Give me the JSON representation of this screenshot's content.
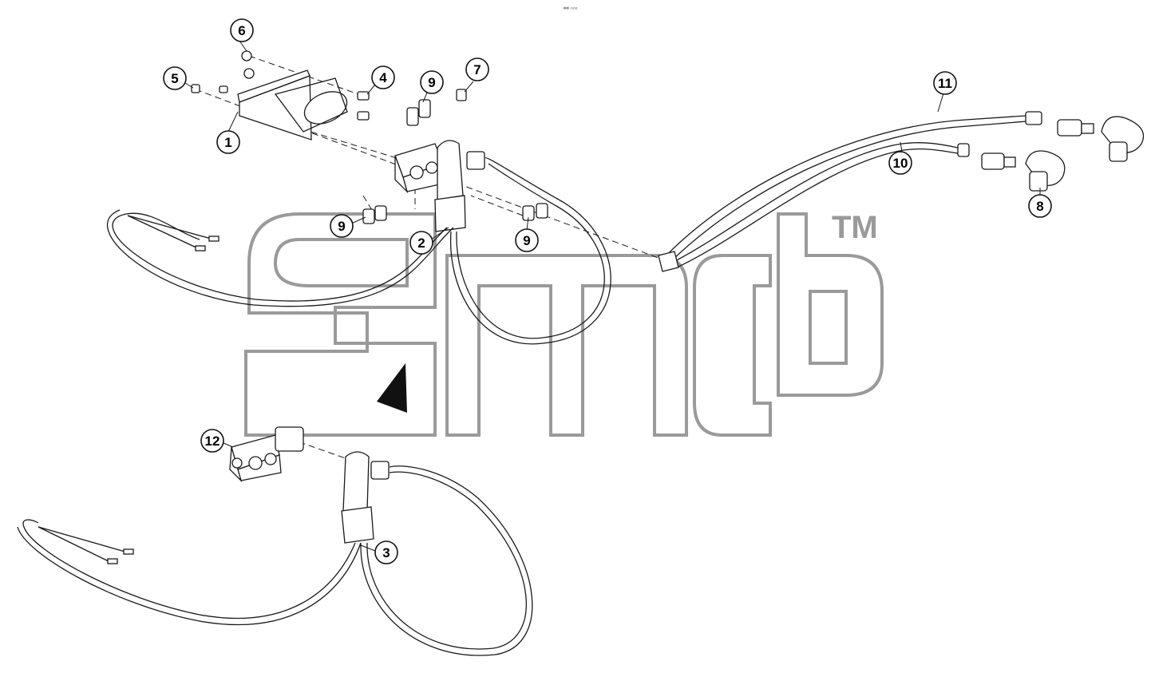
{
  "watermark": {
    "brand_text": "smcb",
    "trademark": "TM"
  },
  "top_mark": "⚯ ▫▫▫",
  "callouts": [
    {
      "id": "c1",
      "label": "1"
    },
    {
      "id": "c2",
      "label": "2"
    },
    {
      "id": "c3",
      "label": "3"
    },
    {
      "id": "c4",
      "label": "4"
    },
    {
      "id": "c5",
      "label": "5"
    },
    {
      "id": "c6",
      "label": "6"
    },
    {
      "id": "c7",
      "label": "7"
    },
    {
      "id": "c8",
      "label": "8"
    },
    {
      "id": "c9a",
      "label": "9"
    },
    {
      "id": "c9b",
      "label": "9"
    },
    {
      "id": "c9c",
      "label": "9"
    },
    {
      "id": "c10",
      "label": "10"
    },
    {
      "id": "c11",
      "label": "11"
    },
    {
      "id": "c12",
      "label": "12"
    }
  ]
}
